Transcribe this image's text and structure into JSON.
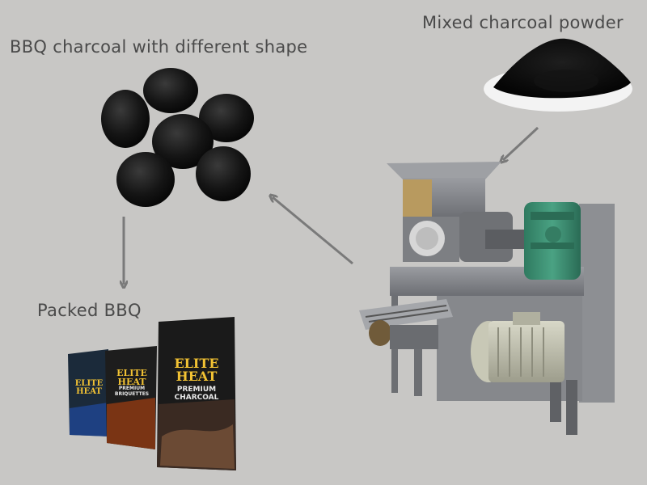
{
  "labels": {
    "powder": "Mixed charcoal powder",
    "briquettes": "BBQ charcoal with different shape",
    "packed": "Packed BBQ"
  },
  "bags": [
    {
      "brand": "ELITE HEAT",
      "product": "",
      "color": "#1b2a3a"
    },
    {
      "brand": "ELITE HEAT",
      "product": "PREMIUM BRIQUETTES",
      "color": "#1d1d1d"
    },
    {
      "brand": "ELITE HEAT",
      "product": "PREMIUM CHARCOAL",
      "color": "#1a1a1a"
    }
  ],
  "colors": {
    "background": "#c8c7c5",
    "arrow": "#7a7a7a",
    "machine": "#7f8186",
    "gear_motor": "#3c8a6e"
  }
}
